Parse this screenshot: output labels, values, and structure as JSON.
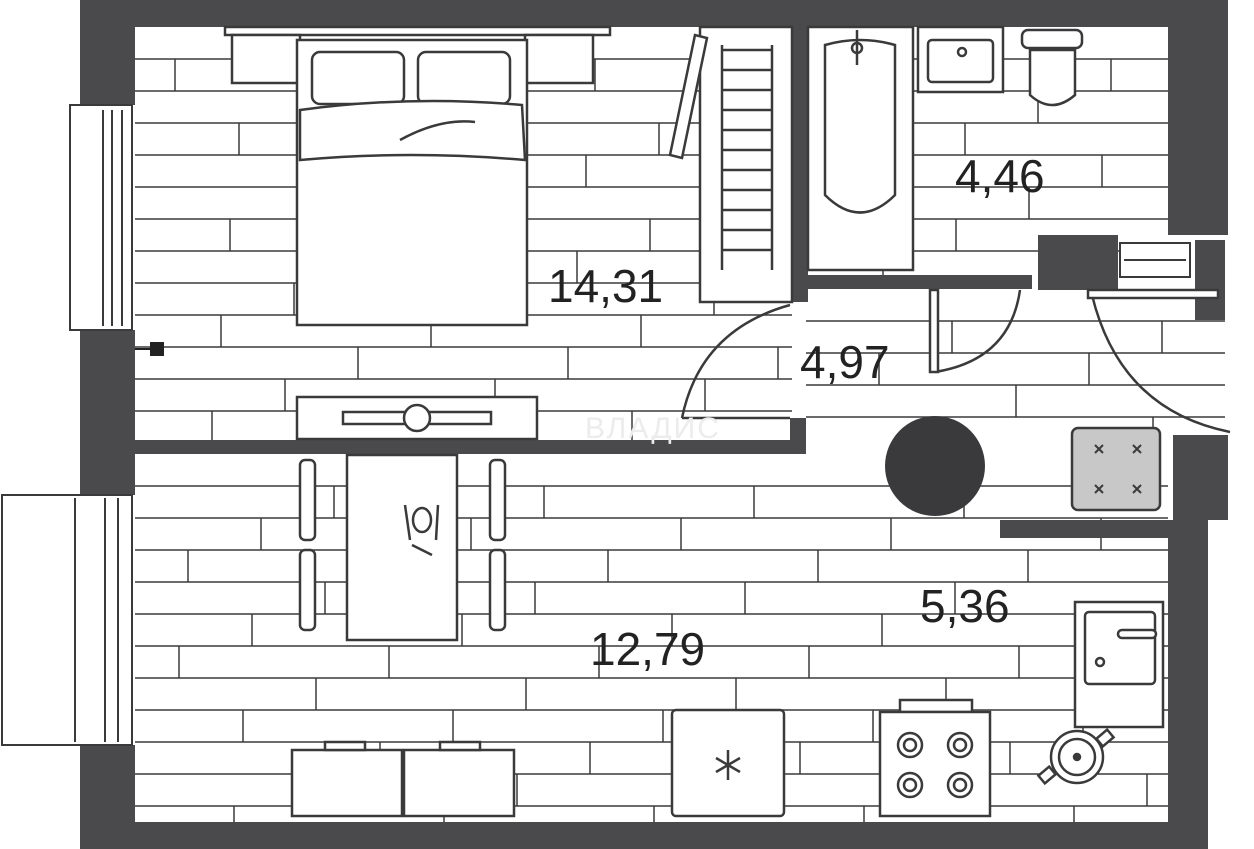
{
  "rooms": [
    {
      "id": "bedroom",
      "area": "14,31"
    },
    {
      "id": "bathroom",
      "area": "4,46"
    },
    {
      "id": "hallway",
      "area": "4,97"
    },
    {
      "id": "kitchen",
      "area": "5,36"
    },
    {
      "id": "living",
      "area": "12,79"
    }
  ],
  "watermark": "ВЛАДИС",
  "colors": {
    "wall": "#4a4a4d",
    "line": "#3a3a3a",
    "floor": "#ffffff"
  }
}
